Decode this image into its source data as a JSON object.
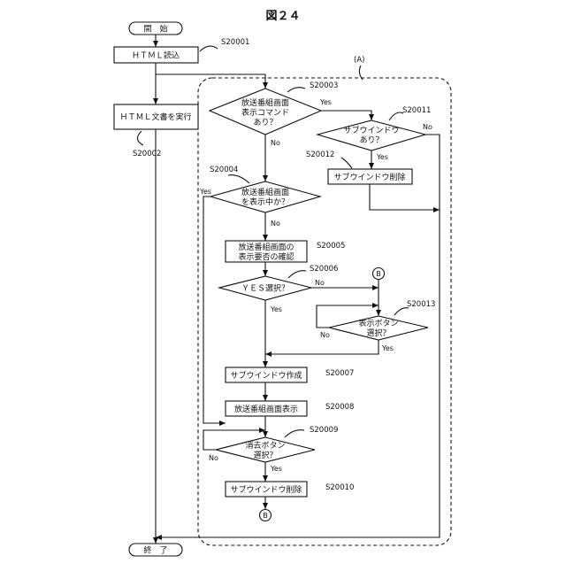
{
  "figure": {
    "title": "図２４"
  },
  "frame": {
    "label": "(A)"
  },
  "nodes": {
    "start": "開　始",
    "end": "終　了",
    "read_html": "ＨＴＭＬ読込",
    "exec_html": "ＨＴＭＬ文書を実行",
    "d_cmd": [
      "放送番組画面",
      "表示コマンド",
      "あり？"
    ],
    "d_displaying": [
      "放送番組画面",
      "を表示中か？"
    ],
    "confirm": [
      "放送番組画面の",
      "表示要否の確認"
    ],
    "d_yes": "ＹＥＳ選択？",
    "d_show_btn": [
      "表示ボタン",
      "選択？"
    ],
    "create_sub": "サブウインドウ作成",
    "show_program": "放送番組画面表示",
    "d_erase_btn": [
      "消去ボタン",
      "選択？"
    ],
    "delete_sub_a": "サブウインドウ削除",
    "d_subwin": [
      "サブウインドウ",
      "あり？"
    ],
    "delete_sub_b": "サブウインドウ削除",
    "connector_b": "B"
  },
  "steps": {
    "s20001": "S20001",
    "s20002": "S20002",
    "s20003": "S20003",
    "s20004": "S20004",
    "s20005": "S20005",
    "s20006": "S20006",
    "s20007": "S20007",
    "s20008": "S20008",
    "s20009": "S20009",
    "s20010": "S20010",
    "s20011": "S20011",
    "s20012": "S20012",
    "s20013": "S20013"
  },
  "labels": {
    "yes": "Yes",
    "no": "No"
  }
}
